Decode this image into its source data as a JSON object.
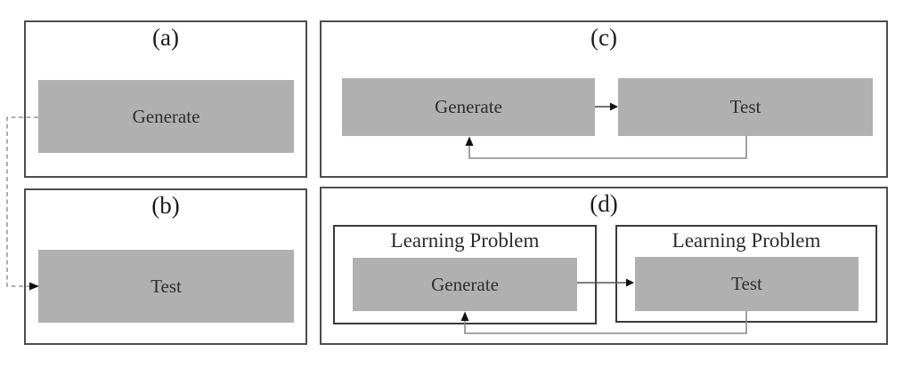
{
  "diagram": {
    "panel_a": {
      "label": "(a)",
      "box_label": "Generate"
    },
    "panel_b": {
      "label": "(b)",
      "box_label": "Test"
    },
    "panel_c": {
      "label": "(c)",
      "generate_label": "Generate",
      "test_label": "Test"
    },
    "panel_d": {
      "label": "(d)",
      "left_group": {
        "title": "Learning Problem",
        "box_label": "Generate"
      },
      "right_group": {
        "title": "Learning Problem",
        "box_label": "Test"
      }
    },
    "colors": {
      "box_fill": "#b0b0b0",
      "panel_border": "#4d4d4d",
      "inner_frame_border": "#3a3a3a",
      "feedback_line": "#8a8a8a",
      "connector_line": "#444444",
      "dashed_line": "#999999",
      "arrowhead": "#111111"
    }
  }
}
